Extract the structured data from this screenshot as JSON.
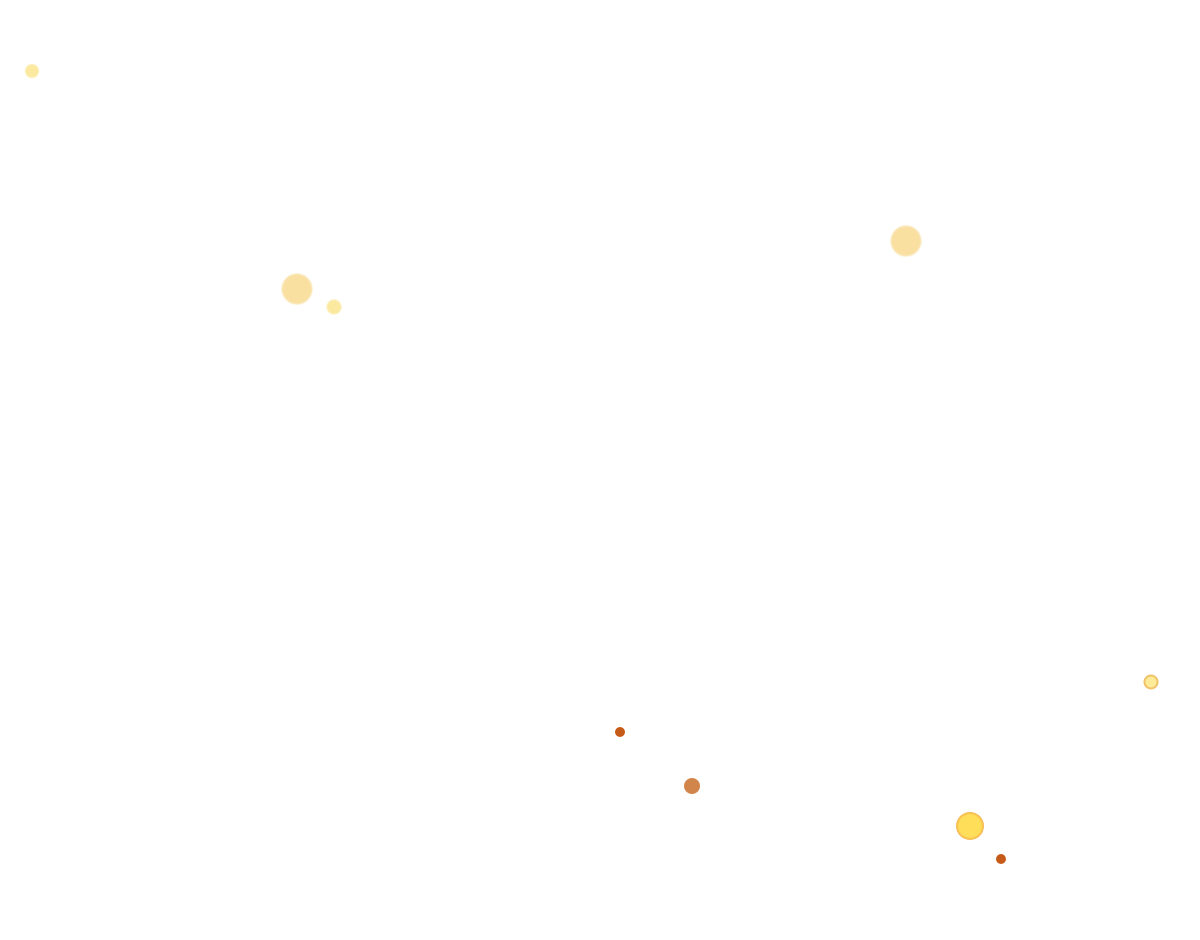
{
  "scene": {
    "background": "#ffffff",
    "particles": [
      {
        "name": "particle-pale-yellow-small-1",
        "color": "#fbe9a0",
        "style": "soft"
      },
      {
        "name": "particle-pale-gold-large-1",
        "color": "#f9dfa0",
        "style": "soft"
      },
      {
        "name": "particle-pale-yellow-small-2",
        "color": "#fbe9a0",
        "style": "soft"
      },
      {
        "name": "particle-pale-gold-large-2",
        "color": "#f9dfa0",
        "style": "soft"
      },
      {
        "name": "particle-yellow-ringed-small",
        "color": "#fdeb98",
        "ring": "#f0c26a",
        "style": "ringed"
      },
      {
        "name": "particle-rust-tiny-1",
        "color": "#c65a18",
        "style": "solid"
      },
      {
        "name": "particle-copper-medium",
        "color": "#d2854a",
        "style": "solid"
      },
      {
        "name": "particle-yellow-glow-large",
        "color": "#ffdf5a",
        "ring": "#f2a64a",
        "style": "glow"
      },
      {
        "name": "particle-rust-tiny-2",
        "color": "#c65a18",
        "style": "solid"
      }
    ]
  }
}
